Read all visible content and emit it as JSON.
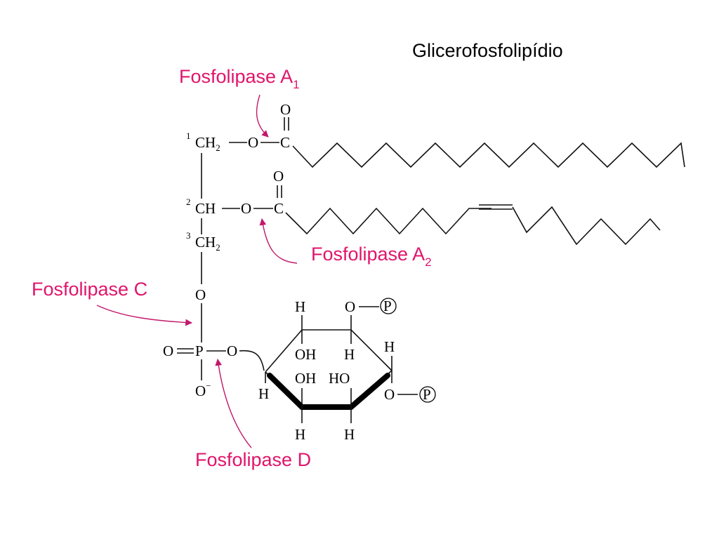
{
  "title": "Glicerofosfolipídio",
  "enzymes": {
    "a1": {
      "label": "Fosfolipase A",
      "sub": "1"
    },
    "a2": {
      "label": "Fosfolipase A",
      "sub": "2"
    },
    "c": {
      "label": "Fosfolipase C"
    },
    "d": {
      "label": "Fosfolipase D"
    }
  },
  "colors": {
    "enzyme": "#e0156b",
    "arrow": "#c2186b"
  },
  "atoms": {
    "oxygen": "O",
    "carbon": "C",
    "phosphorus": "P",
    "hydrogen": "H",
    "ch2": "CH",
    "ch": "CH",
    "oh": "OH",
    "ho": "HO",
    "o_minus": "O",
    "minus": "−",
    "sub2": "2",
    "pos1": "1",
    "pos2": "2",
    "pos3": "3",
    "dash": "—",
    "dbl": "="
  }
}
